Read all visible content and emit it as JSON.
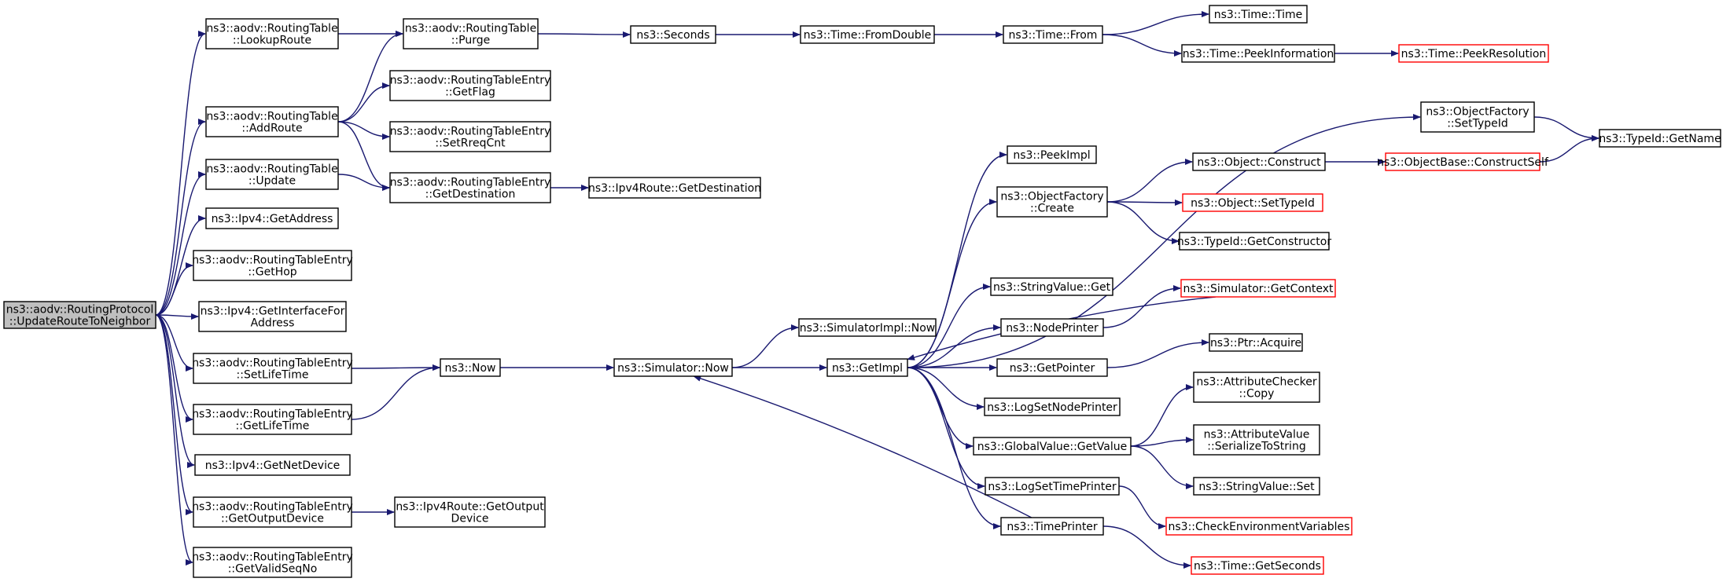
{
  "graph": {
    "colors": {
      "edge": "#191970",
      "node_border": "#000000",
      "truncated_border": "#ff0000",
      "root_fill": "#bfbfbf"
    },
    "nodes": [
      {
        "id": "root",
        "lines": [
          "ns3::aodv::RoutingProtocol",
          "::UpdateRouteToNeighbor"
        ],
        "style": "root"
      },
      {
        "id": "lookuproute",
        "lines": [
          "ns3::aodv::RoutingTable",
          "::LookupRoute"
        ]
      },
      {
        "id": "addroute",
        "lines": [
          "ns3::aodv::RoutingTable",
          "::AddRoute"
        ]
      },
      {
        "id": "update",
        "lines": [
          "ns3::aodv::RoutingTable",
          "::Update"
        ]
      },
      {
        "id": "getaddress",
        "lines": [
          "ns3::Ipv4::GetAddress"
        ]
      },
      {
        "id": "gethop",
        "lines": [
          "ns3::aodv::RoutingTableEntry",
          "::GetHop"
        ]
      },
      {
        "id": "getifaddr",
        "lines": [
          "ns3::Ipv4::GetInterfaceFor",
          "Address"
        ]
      },
      {
        "id": "setlifetime",
        "lines": [
          "ns3::aodv::RoutingTableEntry",
          "::SetLifeTime"
        ]
      },
      {
        "id": "getlifetime",
        "lines": [
          "ns3::aodv::RoutingTableEntry",
          "::GetLifeTime"
        ]
      },
      {
        "id": "getnetdevice",
        "lines": [
          "ns3::Ipv4::GetNetDevice"
        ]
      },
      {
        "id": "getoutputdevice",
        "lines": [
          "ns3::aodv::RoutingTableEntry",
          "::GetOutputDevice"
        ]
      },
      {
        "id": "getvalidseqno",
        "lines": [
          "ns3::aodv::RoutingTableEntry",
          "::GetValidSeqNo"
        ]
      },
      {
        "id": "purge",
        "lines": [
          "ns3::aodv::RoutingTable",
          "::Purge"
        ]
      },
      {
        "id": "getflag",
        "lines": [
          "ns3::aodv::RoutingTableEntry",
          "::GetFlag"
        ]
      },
      {
        "id": "setrreqcnt",
        "lines": [
          "ns3::aodv::RoutingTableEntry",
          "::SetRreqCnt"
        ]
      },
      {
        "id": "getdestination",
        "lines": [
          "ns3::aodv::RoutingTableEntry",
          "::GetDestination"
        ]
      },
      {
        "id": "ipv4route_getdest",
        "lines": [
          "ns3::Ipv4Route::GetDestination"
        ]
      },
      {
        "id": "ipv4route_getoutdev",
        "lines": [
          "ns3::Ipv4Route::GetOutput",
          "Device"
        ]
      },
      {
        "id": "seconds",
        "lines": [
          "ns3::Seconds"
        ]
      },
      {
        "id": "fromdouble",
        "lines": [
          "ns3::Time::FromDouble"
        ]
      },
      {
        "id": "timefrom",
        "lines": [
          "ns3::Time::From"
        ]
      },
      {
        "id": "timetime",
        "lines": [
          "ns3::Time::Time"
        ]
      },
      {
        "id": "peekinfo",
        "lines": [
          "ns3::Time::PeekInformation"
        ]
      },
      {
        "id": "peekres",
        "lines": [
          "ns3::Time::PeekResolution"
        ],
        "style": "trunc"
      },
      {
        "id": "now",
        "lines": [
          "ns3::Now"
        ]
      },
      {
        "id": "simnow",
        "lines": [
          "ns3::Simulator::Now"
        ]
      },
      {
        "id": "simimplnow",
        "lines": [
          "ns3::SimulatorImpl::Now"
        ]
      },
      {
        "id": "getimpl",
        "lines": [
          "ns3::GetImpl"
        ]
      },
      {
        "id": "peekimpl",
        "lines": [
          "ns3::PeekImpl"
        ]
      },
      {
        "id": "ofcreate",
        "lines": [
          "ns3::ObjectFactory",
          "::Create"
        ]
      },
      {
        "id": "stringvalueget",
        "lines": [
          "ns3::StringValue::Get"
        ]
      },
      {
        "id": "nodeprinter",
        "lines": [
          "ns3::NodePrinter"
        ]
      },
      {
        "id": "getpointer",
        "lines": [
          "ns3::GetPointer"
        ]
      },
      {
        "id": "logsetnodeprinter",
        "lines": [
          "ns3::LogSetNodePrinter"
        ]
      },
      {
        "id": "globalvalueget",
        "lines": [
          "ns3::GlobalValue::GetValue"
        ]
      },
      {
        "id": "logsettimeprinter",
        "lines": [
          "ns3::LogSetTimePrinter"
        ]
      },
      {
        "id": "timeprinter",
        "lines": [
          "ns3::TimePrinter"
        ]
      },
      {
        "id": "ofsettypeid",
        "lines": [
          "ns3::ObjectFactory",
          "::SetTypeId"
        ]
      },
      {
        "id": "objconstruct",
        "lines": [
          "ns3::Object::Construct"
        ]
      },
      {
        "id": "objsettypeid",
        "lines": [
          "ns3::Object::SetTypeId"
        ],
        "style": "trunc"
      },
      {
        "id": "typeidgetconstructor",
        "lines": [
          "ns3::TypeId::GetConstructor"
        ]
      },
      {
        "id": "simgetcontext",
        "lines": [
          "ns3::Simulator::GetContext"
        ],
        "style": "trunc"
      },
      {
        "id": "ptracquire",
        "lines": [
          "ns3::Ptr::Acquire"
        ]
      },
      {
        "id": "attrcheckercopy",
        "lines": [
          "ns3::AttributeChecker",
          "::Copy"
        ]
      },
      {
        "id": "attrvalueser",
        "lines": [
          "ns3::AttributeValue",
          "::SerializeToString"
        ]
      },
      {
        "id": "stringvalueset",
        "lines": [
          "ns3::StringValue::Set"
        ]
      },
      {
        "id": "checkenv",
        "lines": [
          "ns3::CheckEnvironmentVariables"
        ],
        "style": "trunc"
      },
      {
        "id": "timegetseconds",
        "lines": [
          "ns3::Time::GetSeconds"
        ],
        "style": "trunc"
      },
      {
        "id": "objbaseconstructself",
        "lines": [
          "ns3::ObjectBase::ConstructSelf"
        ],
        "style": "trunc"
      },
      {
        "id": "typeidgetname",
        "lines": [
          "ns3::TypeId::GetName"
        ]
      }
    ],
    "edges": [
      [
        "root",
        "lookuproute"
      ],
      [
        "root",
        "addroute"
      ],
      [
        "root",
        "update"
      ],
      [
        "root",
        "getaddress"
      ],
      [
        "root",
        "gethop"
      ],
      [
        "root",
        "getifaddr"
      ],
      [
        "root",
        "setlifetime"
      ],
      [
        "root",
        "getlifetime"
      ],
      [
        "root",
        "getnetdevice"
      ],
      [
        "root",
        "getoutputdevice"
      ],
      [
        "root",
        "getvalidseqno"
      ],
      [
        "lookuproute",
        "purge"
      ],
      [
        "addroute",
        "purge"
      ],
      [
        "addroute",
        "getflag"
      ],
      [
        "addroute",
        "setrreqcnt"
      ],
      [
        "addroute",
        "getdestination"
      ],
      [
        "update",
        "getdestination"
      ],
      [
        "getdestination",
        "ipv4route_getdest"
      ],
      [
        "getoutputdevice",
        "ipv4route_getoutdev"
      ],
      [
        "setlifetime",
        "now"
      ],
      [
        "getlifetime",
        "now"
      ],
      [
        "purge",
        "seconds"
      ],
      [
        "seconds",
        "fromdouble"
      ],
      [
        "fromdouble",
        "timefrom"
      ],
      [
        "timefrom",
        "timetime"
      ],
      [
        "timefrom",
        "peekinfo"
      ],
      [
        "peekinfo",
        "peekres"
      ],
      [
        "now",
        "simnow"
      ],
      [
        "simnow",
        "simimplnow"
      ],
      [
        "simnow",
        "getimpl"
      ],
      [
        "getimpl",
        "ofsettypeid"
      ],
      [
        "getimpl",
        "peekimpl"
      ],
      [
        "getimpl",
        "ofcreate"
      ],
      [
        "getimpl",
        "stringvalueget"
      ],
      [
        "getimpl",
        "nodeprinter"
      ],
      [
        "getimpl",
        "getpointer"
      ],
      [
        "getimpl",
        "logsetnodeprinter"
      ],
      [
        "getimpl",
        "globalvalueget"
      ],
      [
        "getimpl",
        "logsettimeprinter"
      ],
      [
        "getimpl",
        "timeprinter"
      ],
      [
        "timeprinter",
        "simnow"
      ],
      [
        "simgetcontext",
        "getimpl"
      ],
      [
        "ofcreate",
        "objconstruct"
      ],
      [
        "ofcreate",
        "objsettypeid"
      ],
      [
        "ofcreate",
        "typeidgetconstructor"
      ],
      [
        "objconstruct",
        "objbaseconstructself"
      ],
      [
        "objbaseconstructself",
        "typeidgetname"
      ],
      [
        "ofsettypeid",
        "typeidgetname"
      ],
      [
        "nodeprinter",
        "simgetcontext"
      ],
      [
        "getpointer",
        "ptracquire"
      ],
      [
        "globalvalueget",
        "attrcheckercopy"
      ],
      [
        "globalvalueget",
        "attrvalueser"
      ],
      [
        "globalvalueget",
        "stringvalueset"
      ],
      [
        "logsettimeprinter",
        "checkenv"
      ],
      [
        "timeprinter",
        "timegetseconds"
      ]
    ]
  }
}
